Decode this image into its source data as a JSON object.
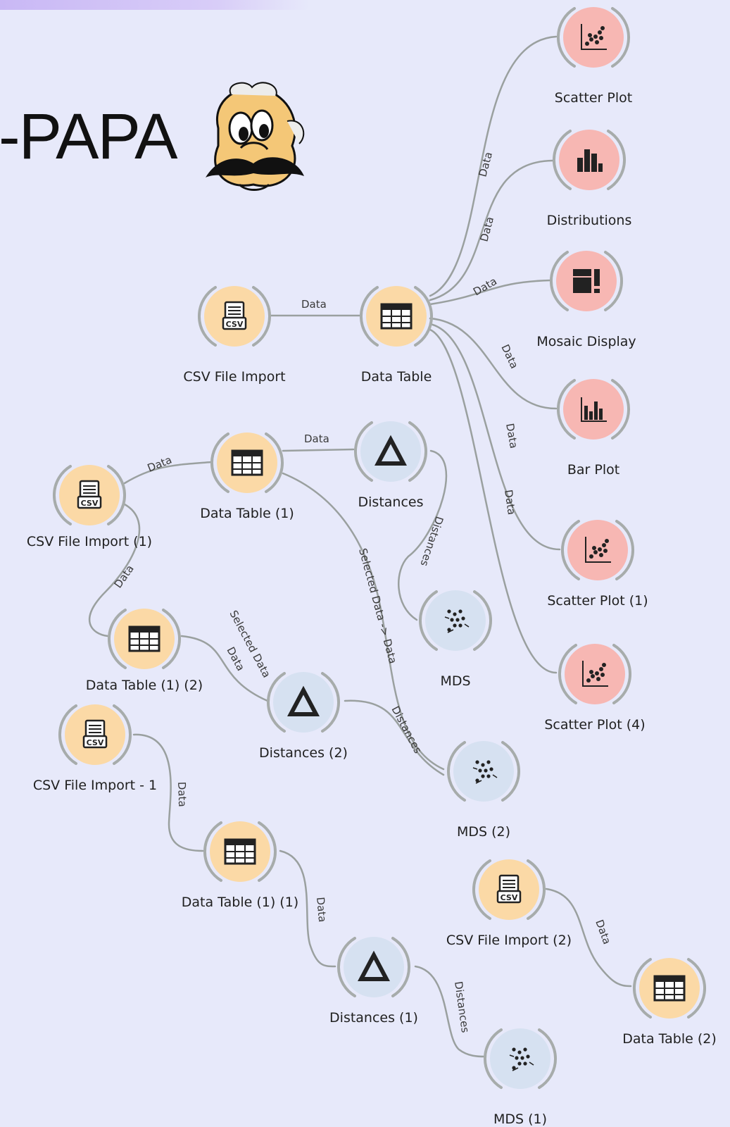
{
  "header": {
    "title": "-PAPA"
  },
  "colors": {
    "background": "#e7e9fa",
    "data_orange": "#fbd9a6",
    "visualize_red": "#f7b7b3",
    "unsupervised_blue": "#d6e1f1",
    "link": "#9aa09f"
  },
  "widgets": [
    {
      "label": "Scatter Plot",
      "icon": "scatter-plot-icon"
    },
    {
      "label": "Distributions",
      "icon": "distributions-icon"
    },
    {
      "label": "Mosaic Display",
      "icon": "mosaic-display-icon"
    },
    {
      "label": "CSV File Import",
      "icon": "csv-file-icon"
    },
    {
      "label": "Data Table",
      "icon": "data-table-icon"
    },
    {
      "label": "Bar Plot",
      "icon": "bar-plot-icon"
    },
    {
      "label": "Data Table (1)",
      "icon": "data-table-icon"
    },
    {
      "label": "Distances",
      "icon": "distances-icon"
    },
    {
      "label": "CSV File Import (1)",
      "icon": "csv-file-icon"
    },
    {
      "label": "Scatter Plot (1)",
      "icon": "scatter-plot-icon"
    },
    {
      "label": "MDS",
      "icon": "mds-icon"
    },
    {
      "label": "Data Table (1) (2)",
      "icon": "data-table-icon"
    },
    {
      "label": "Distances (2)",
      "icon": "distances-icon"
    },
    {
      "label": "Scatter Plot (4)",
      "icon": "scatter-plot-icon"
    },
    {
      "label": "CSV File Import - 1",
      "icon": "csv-file-icon"
    },
    {
      "label": "MDS (2)",
      "icon": "mds-icon"
    },
    {
      "label": "Data Table (1) (1)",
      "icon": "data-table-icon"
    },
    {
      "label": "CSV File Import (2)",
      "icon": "csv-file-icon"
    },
    {
      "label": "Distances (1)",
      "icon": "distances-icon"
    },
    {
      "label": "Data Table (2)",
      "icon": "data-table-icon"
    },
    {
      "label": "MDS (1)",
      "icon": "mds-icon"
    }
  ],
  "links": [
    {
      "label": "Data"
    },
    {
      "label": "Data"
    },
    {
      "label": "Data"
    },
    {
      "label": "Data"
    },
    {
      "label": "Data"
    },
    {
      "label": "Data"
    },
    {
      "label": "Data"
    },
    {
      "label": "Data"
    },
    {
      "label": "Data"
    },
    {
      "label": "Data"
    },
    {
      "label": "Distances"
    },
    {
      "label": "Selected Data -> Data"
    },
    {
      "label": "Selected Data"
    },
    {
      "label": "Data"
    },
    {
      "label": "Distances"
    },
    {
      "label": "Data"
    },
    {
      "label": "Data"
    },
    {
      "label": "Distances"
    },
    {
      "label": "Data"
    }
  ]
}
